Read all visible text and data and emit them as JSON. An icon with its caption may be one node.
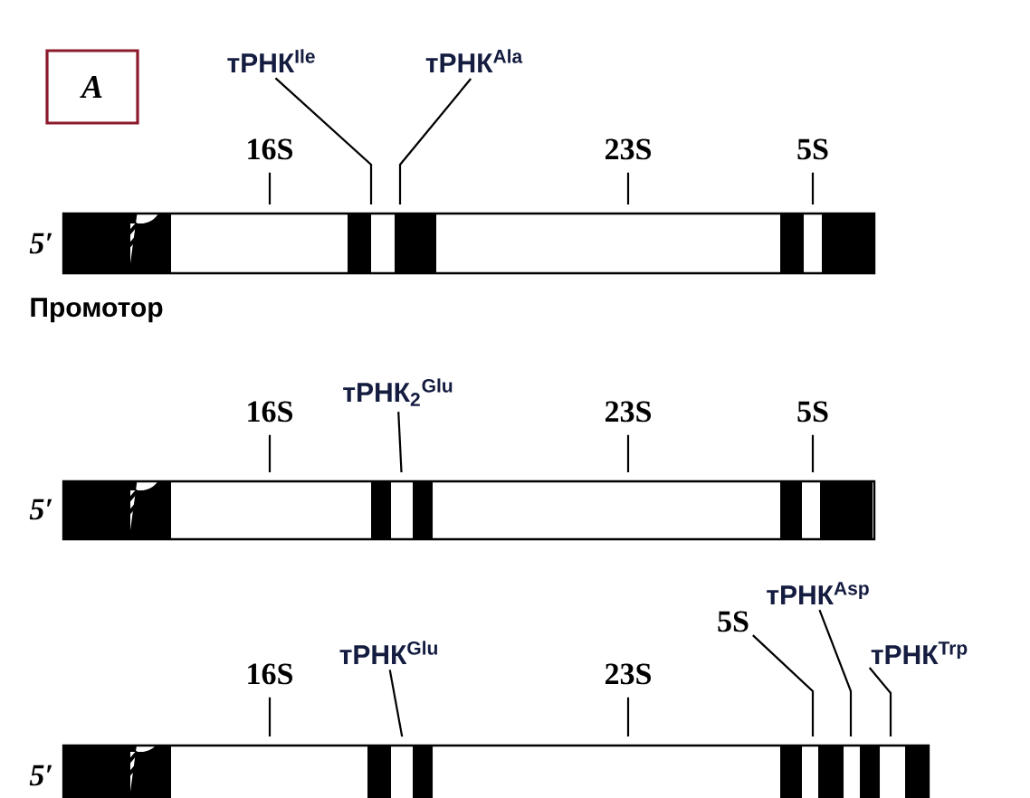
{
  "diagram": {
    "nodes": [
      {
        "text": [
          "A"
        ]
      },
      {
        "text": [
          "16S"
        ]
      },
      {
        "text": [
          "тРНК$^{Ile}$"
        ]
      },
      {
        "text": [
          "тРНК$^{Ala}$"
        ]
      },
      {
        "text": [
          "23S"
        ]
      },
      {
        "text": [
          "5S"
        ]
      },
      {
        "text": [
          "16S"
        ]
      },
      {
        "text": [
          "тРНК$_{2}$$^{Glu}$"
        ]
      },
      {
        "text": [
          "23S"
        ]
      },
      {
        "text": [
          "5S"
        ]
      },
      {
        "text": [
          "16S"
        ]
      },
      {
        "text": [
          "тРНК$^{Glu}$"
        ]
      },
      {
        "text": [
          "23S"
        ]
      },
      {
        "text": [
          "5S"
        ]
      },
      {
        "text": [
          "тРНК$^{Asp}$"
        ]
      },
      {
        "text": [
          "тРНК$^{Trp}$"
        ]
      },
      {
        "text": [],
        "shape": "bar"
      },
      {
        "text": [],
        "shape": "bar"
      },
      {
        "text": [],
        "shape": "bar"
      }
    ],
    "edges": [
      {
        "from": 1,
        "to": 16,
        "arrow": "none"
      },
      {
        "from": 2,
        "to": 16,
        "arrow": "none"
      },
      {
        "from": 3,
        "to": 16,
        "arrow": "none"
      },
      {
        "from": 4,
        "to": 16,
        "arrow": "none"
      },
      {
        "from": 5,
        "to": 16,
        "arrow": "none"
      },
      {
        "from": 6,
        "to": 17,
        "arrow": "none"
      },
      {
        "from": 7,
        "to": 17,
        "arrow": "none"
      },
      {
        "from": 8,
        "to": 17,
        "arrow": "none"
      },
      {
        "from": 9,
        "to": 17,
        "arrow": "none"
      },
      {
        "from": 10,
        "to": 18,
        "arrow": "none"
      },
      {
        "from": 11,
        "to": 18,
        "arrow": "none"
      },
      {
        "from": 12,
        "to": 18,
        "arrow": "none"
      },
      {
        "from": 13,
        "to": 18,
        "arrow": "none"
      },
      {
        "from": 14,
        "to": 18,
        "arrow": "none"
      },
      {
        "from": 15,
        "to": 18,
        "arrow": "none"
      }
    ],
    "labels": [
      "5′",
      "Промотор",
      "5′",
      "5′"
    ]
  }
}
